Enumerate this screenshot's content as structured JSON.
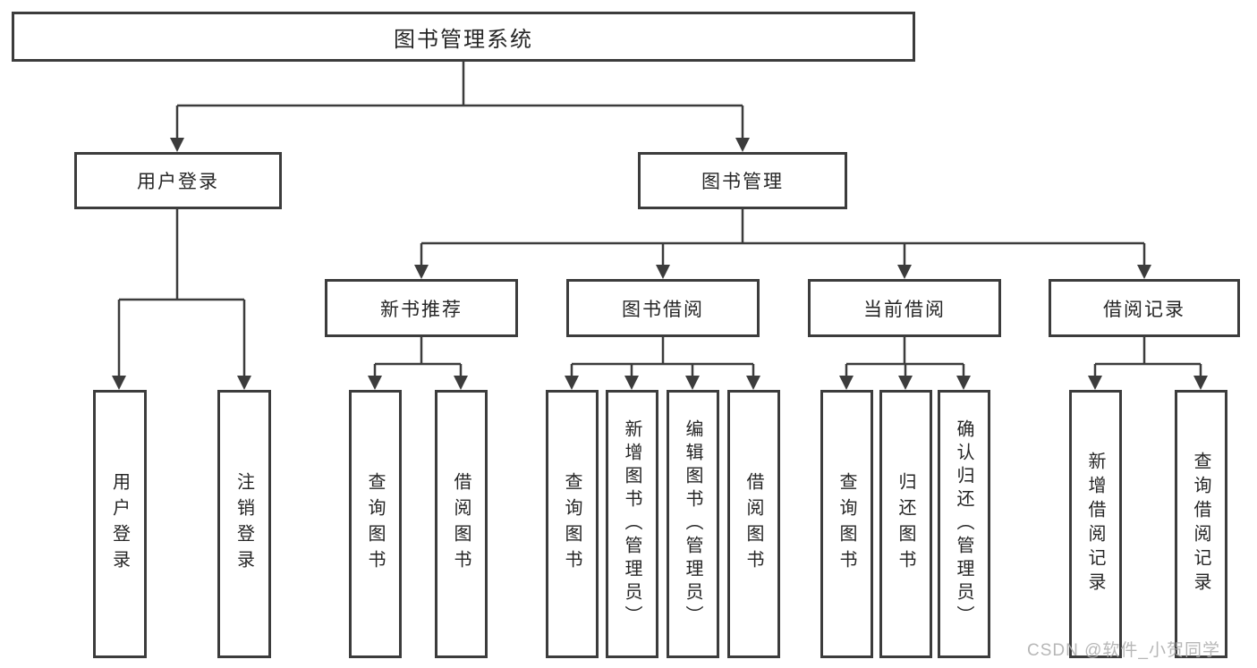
{
  "page": {
    "background": "#ffffff"
  },
  "colors": {
    "line": "#3c3c3c",
    "box_border": "#3c3c3c",
    "box_fill": "#ffffff",
    "text": "#262626",
    "watermark": "#afafaf"
  },
  "watermark": {
    "text": "CSDN @软件_小贺同学"
  },
  "nodes": {
    "root": {
      "label": "图书管理系统"
    },
    "user_login": {
      "label": "用户登录"
    },
    "book_mgmt": {
      "label": "图书管理"
    },
    "new_book": {
      "label": "新书推荐"
    },
    "book_borrow": {
      "label": "图书借阅"
    },
    "current_borrow": {
      "label": "当前借阅"
    },
    "borrow_record": {
      "label": "借阅记录"
    },
    "leaf_user_login": {
      "label": "用户登录"
    },
    "leaf_logout": {
      "label": "注销登录"
    },
    "leaf_nb_query": {
      "label": "查询图书"
    },
    "leaf_nb_borrow": {
      "label": "借阅图书"
    },
    "leaf_bb_query": {
      "label": "查询图书"
    },
    "leaf_bb_add": {
      "label": "新增图书（管理员）"
    },
    "leaf_bb_edit": {
      "label": "编辑图书（管理员）"
    },
    "leaf_bb_borrow": {
      "label": "借阅图书"
    },
    "leaf_cb_query": {
      "label": "查询图书"
    },
    "leaf_cb_return": {
      "label": "归还图书"
    },
    "leaf_cb_confirm": {
      "label": "确认归还（管理员）"
    },
    "leaf_br_add": {
      "label": "新增借阅记录"
    },
    "leaf_br_query": {
      "label": "查询借阅记录"
    }
  },
  "hierarchy": [
    {
      "parent": "图书管理系统",
      "children": [
        "用户登录",
        "图书管理"
      ]
    },
    {
      "parent": "用户登录",
      "children": [
        "用户登录",
        "注销登录"
      ]
    },
    {
      "parent": "图书管理",
      "children": [
        "新书推荐",
        "图书借阅",
        "当前借阅",
        "借阅记录"
      ]
    },
    {
      "parent": "新书推荐",
      "children": [
        "查询图书",
        "借阅图书"
      ]
    },
    {
      "parent": "图书借阅",
      "children": [
        "查询图书",
        "新增图书（管理员）",
        "编辑图书（管理员）",
        "借阅图书"
      ]
    },
    {
      "parent": "当前借阅",
      "children": [
        "查询图书",
        "归还图书",
        "确认归还（管理员）"
      ]
    },
    {
      "parent": "借阅记录",
      "children": [
        "新增借阅记录",
        "查询借阅记录"
      ]
    }
  ]
}
